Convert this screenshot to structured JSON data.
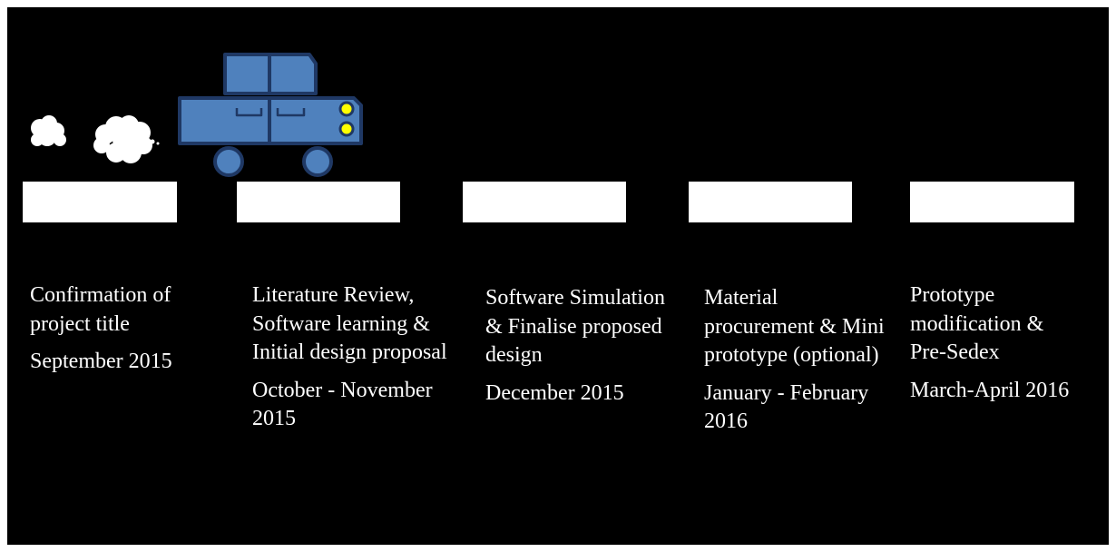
{
  "colors": {
    "background": "#000000",
    "road": "#ffffff",
    "car_body": "#4f81bd",
    "car_outline": "#1f3864",
    "headlight": "#ffff00",
    "smoke": "#ffffff",
    "text": "#ffffff"
  },
  "milestones": [
    {
      "description": "Confirmation of project title",
      "date": "September 2015"
    },
    {
      "description": "Literature Review, Software learning & Initial design proposal",
      "date": "October - November 2015"
    },
    {
      "description": "Software Simulation & Finalise proposed design",
      "date": "December 2015"
    },
    {
      "description": "Material procurement & Mini prototype (optional)",
      "date": "January - February 2016"
    },
    {
      "description": "Prototype modification & Pre-Sedex",
      "date": "March-April 2016"
    }
  ]
}
